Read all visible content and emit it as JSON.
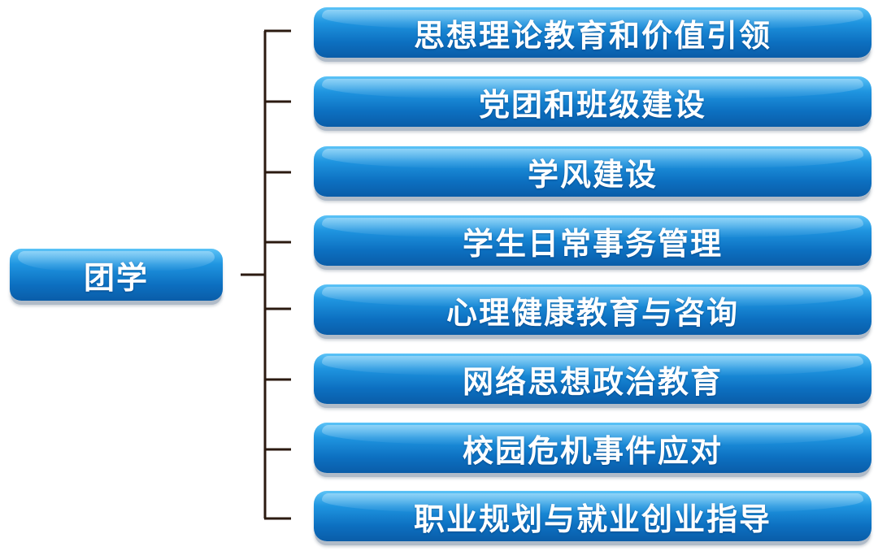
{
  "root": {
    "label": "团学"
  },
  "branches": [
    {
      "label": "思想理论教育和价值引领"
    },
    {
      "label": "党团和班级建设"
    },
    {
      "label": "学风建设"
    },
    {
      "label": "学生日常事务管理"
    },
    {
      "label": "心理健康教育与咨询"
    },
    {
      "label": "网络思想政治教育"
    },
    {
      "label": "校园危机事件应对"
    },
    {
      "label": "职业规划与就业创业指导"
    }
  ],
  "colors": {
    "box_top": "#5cc3f7",
    "box_bottom": "#0a5da8",
    "line": "#2b1a10",
    "text": "#ffffff"
  }
}
